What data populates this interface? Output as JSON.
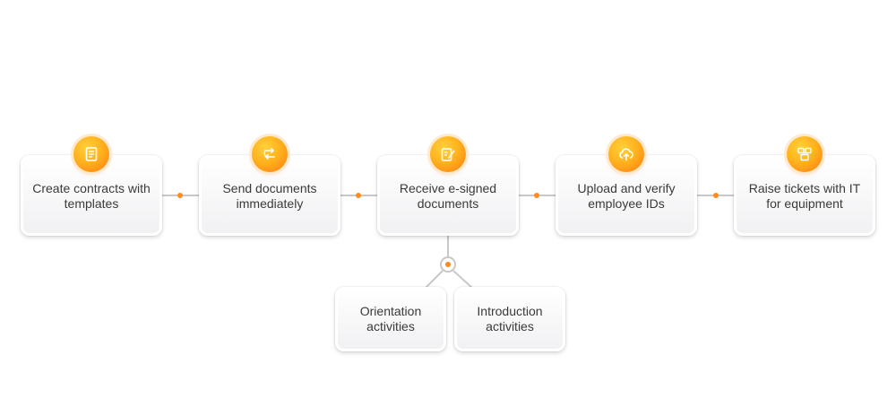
{
  "steps": [
    {
      "label": "Create contracts with templates",
      "icon": "document-lines-icon"
    },
    {
      "label": "Send documents immediately",
      "icon": "send-arrows-icon"
    },
    {
      "label": "Receive e-signed documents",
      "icon": "pen-document-icon"
    },
    {
      "label": "Upload and verify employee IDs",
      "icon": "cloud-upload-icon"
    },
    {
      "label": "Raise tickets with IT for equipment",
      "icon": "ticket-equipment-icon"
    }
  ],
  "branches": [
    {
      "label": "Orientation activities"
    },
    {
      "label": "Introduction activities"
    }
  ],
  "colors": {
    "accent": "#ff8a1e",
    "accent_light": "#ffd13a",
    "connector": "#c8c8cc",
    "text": "#3a3a3a"
  }
}
